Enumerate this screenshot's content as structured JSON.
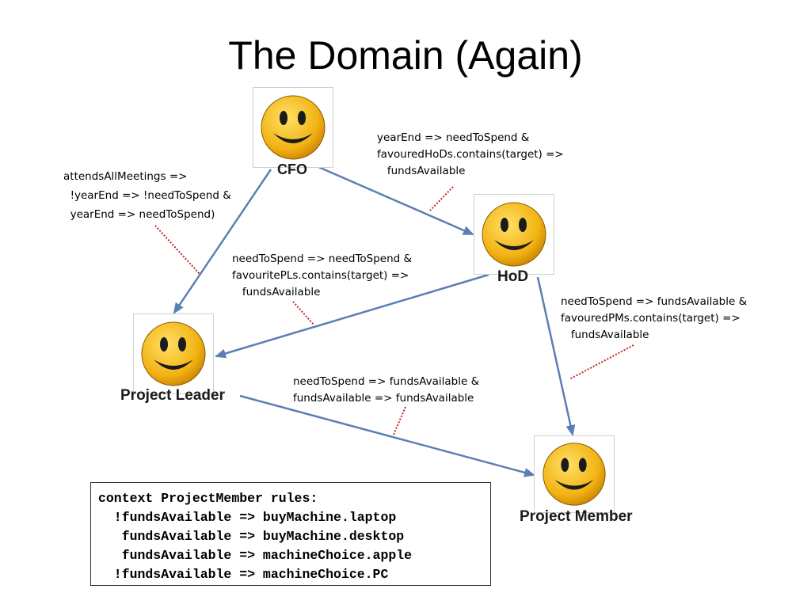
{
  "slide": {
    "title": "The Domain (Again)"
  },
  "actors": {
    "cfo": {
      "label": "CFO",
      "icon": "smiley-face-icon"
    },
    "hod": {
      "label": "HoD",
      "icon": "smiley-face-icon"
    },
    "leader": {
      "label": "Project Leader",
      "icon": "smiley-face-icon"
    },
    "member": {
      "label": "Project Member",
      "icon": "smiley-face-icon"
    }
  },
  "rules": {
    "cfo_hod": [
      "yearEnd => needToSpend &",
      "favouredHoDs.contains(target) =>",
      "   fundsAvailable"
    ],
    "cfo_leader": [
      "attendsAllMeetings =>",
      "  !yearEnd => !needToSpend &",
      "  yearEnd => needToSpend)"
    ],
    "hod_leader": [
      "needToSpend => needToSpend &",
      "favouritePLs.contains(target) =>",
      "   fundsAvailable"
    ],
    "hod_member": [
      "needToSpend => fundsAvailable &",
      "favouredPMs.contains(target) =>",
      "   fundsAvailable"
    ],
    "leader_member": [
      "needToSpend => fundsAvailable &",
      "fundsAvailable => fundsAvailable"
    ]
  },
  "context_box": {
    "lines": [
      "context ProjectMember rules:",
      "  !fundsAvailable => buyMachine.laptop",
      "   fundsAvailable => buyMachine.desktop",
      "   fundsAvailable => machineChoice.apple",
      "  !fundsAvailable => machineChoice.PC"
    ]
  },
  "colors": {
    "arrow": "#5b7fb5",
    "annotation_link": "#cc2222",
    "face_fill": "#f2b313",
    "face_dark": "#1b1b1b"
  }
}
